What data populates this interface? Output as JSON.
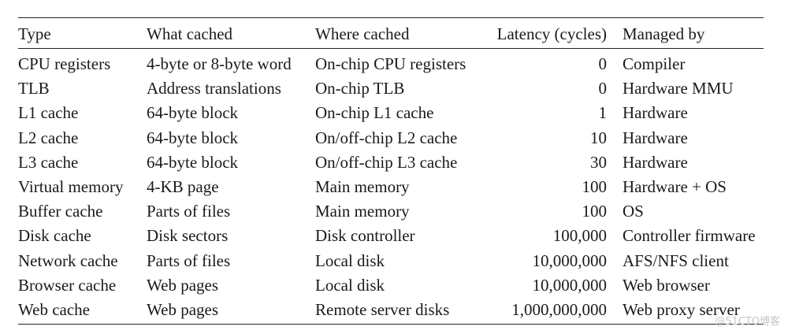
{
  "table": {
    "headers": [
      "Type",
      "What cached",
      "Where cached",
      "Latency (cycles)",
      "Managed by"
    ],
    "rows": [
      [
        "CPU registers",
        "4-byte or 8-byte word",
        "On-chip CPU registers",
        "0",
        "Compiler"
      ],
      [
        "TLB",
        "Address translations",
        "On-chip TLB",
        "0",
        "Hardware MMU"
      ],
      [
        "L1 cache",
        "64-byte block",
        "On-chip L1 cache",
        "1",
        "Hardware"
      ],
      [
        "L2 cache",
        "64-byte block",
        "On/off-chip L2 cache",
        "10",
        "Hardware"
      ],
      [
        "L3 cache",
        "64-byte block",
        "On/off-chip L3 cache",
        "30",
        "Hardware"
      ],
      [
        "Virtual memory",
        "4-KB page",
        "Main memory",
        "100",
        "Hardware + OS"
      ],
      [
        "Buffer cache",
        "Parts of files",
        "Main memory",
        "100",
        "OS"
      ],
      [
        "Disk cache",
        "Disk sectors",
        "Disk controller",
        "100,000",
        "Controller firmware"
      ],
      [
        "Network cache",
        "Parts of files",
        "Local disk",
        "10,000,000",
        "AFS/NFS client"
      ],
      [
        "Browser cache",
        "Web pages",
        "Local disk",
        "10,000,000",
        "Web browser"
      ],
      [
        "Web cache",
        "Web pages",
        "Remote server disks",
        "1,000,000,000",
        "Web proxy server"
      ]
    ]
  },
  "watermark": "@51CTO博客"
}
